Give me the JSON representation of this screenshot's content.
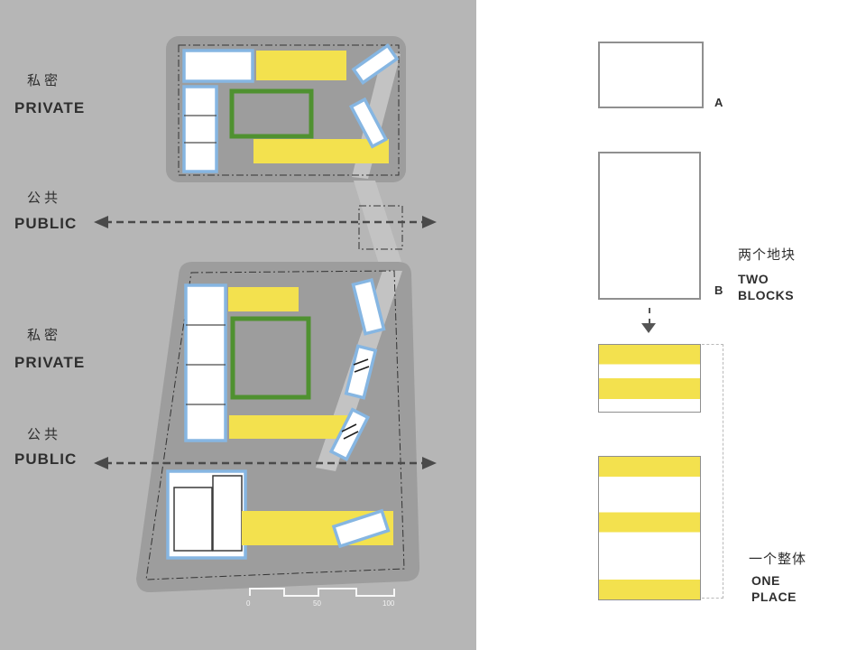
{
  "colors": {
    "panel_bg": "#b6b6b6",
    "mass_gray": "#9d9d9d",
    "path_gray": "#c3c3c3",
    "yellow": "#f3e14e",
    "blue": "#86b6e2",
    "green": "#4f9130",
    "arrow": "#4a4a4a",
    "box_border": "#8f8f8f",
    "text": "#2f2f2f"
  },
  "left": {
    "private_top_zh": "私密",
    "private_top_en": "PRIVATE",
    "public_top_zh": "公共",
    "public_top_en": "PUBLIC",
    "private_bottom_zh": "私密",
    "private_bottom_en": "PRIVATE",
    "public_bottom_zh": "公共",
    "public_bottom_en": "PUBLIC",
    "scale": {
      "start": "0",
      "mid": "50",
      "end": "100"
    }
  },
  "right": {
    "block_a_label": "A",
    "block_b_label": "B",
    "two_blocks_zh": "两个地块",
    "two_blocks_en": "TWO BLOCKS",
    "one_place_zh": "一个整体",
    "one_place_en": "ONE PLACE"
  }
}
